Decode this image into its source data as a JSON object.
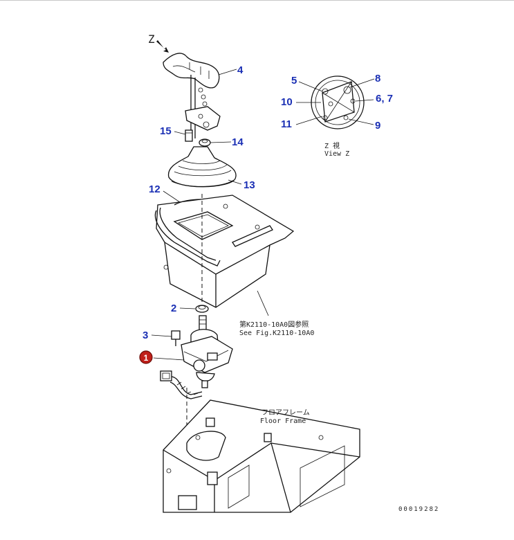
{
  "view_marker": "Z",
  "view_label_jp": "Z 視",
  "view_label_en": "View Z",
  "ref_note_jp": "第K2110-10A0図参照",
  "ref_note_en": "See Fig.K2110-10A0",
  "floor_label_jp": "フロアフレーム",
  "floor_label_en": "Floor Frame",
  "drawing_number": "00019282",
  "callouts": {
    "c1": "1",
    "c2": "2",
    "c3": "3",
    "c4": "4",
    "c5": "5",
    "c67": "6, 7",
    "c8": "8",
    "c9": "9",
    "c10": "10",
    "c11": "11",
    "c12": "12",
    "c13": "13",
    "c14": "14",
    "c15": "15"
  },
  "colors": {
    "callout_text": "#1a2fb4",
    "highlight_badge": "#c0201a"
  }
}
